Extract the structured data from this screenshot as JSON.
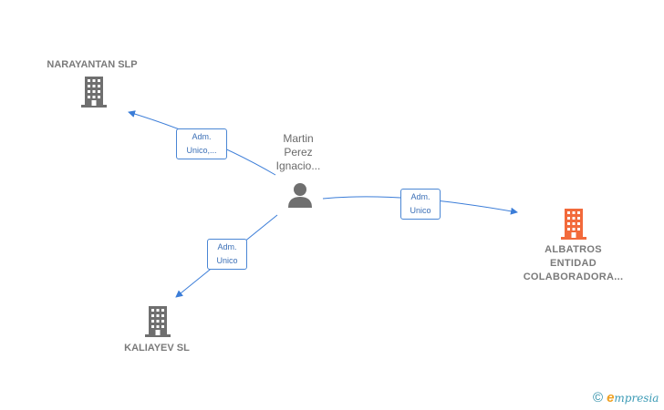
{
  "colors": {
    "edge": "#3b7dd8",
    "company_icon": "#6f6f6f",
    "focus_icon": "#f26a3b",
    "person_icon": "#6f6f6f"
  },
  "nodes": {
    "narayantan": {
      "label": "NARAYANTAN SLP",
      "icon": "building-icon"
    },
    "kaliayev": {
      "label": "KALIAYEV SL",
      "icon": "building-icon"
    },
    "albatros": {
      "label_lines": [
        "ALBATROS",
        "ENTIDAD",
        "COLABORADORA..."
      ],
      "icon": "building-icon"
    },
    "person": {
      "label_lines": [
        "Martin",
        "Perez",
        "Ignacio..."
      ],
      "icon": "person-icon"
    }
  },
  "edges": {
    "to_narayantan": {
      "lines": [
        "Adm.",
        "Unico,..."
      ]
    },
    "to_albatros": {
      "lines": [
        "Adm.",
        "Unico"
      ]
    },
    "to_kaliayev": {
      "lines": [
        "Adm.",
        "Unico"
      ]
    }
  },
  "brand": {
    "copyright": "©",
    "name_initial": "e",
    "name_rest": "mpresia"
  }
}
